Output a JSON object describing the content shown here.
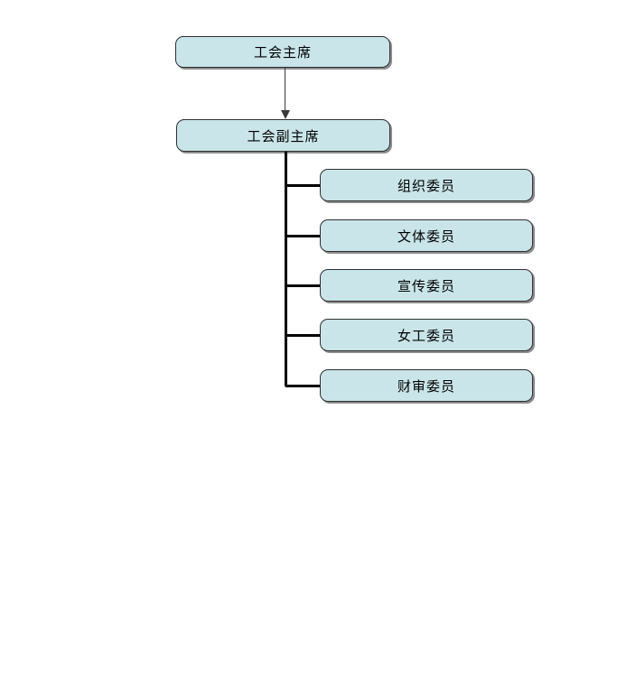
{
  "org_chart": {
    "root": {
      "label": "工会主席"
    },
    "deputy": {
      "label": "工会副主席"
    },
    "members": [
      {
        "label": "组织委员"
      },
      {
        "label": "文体委员"
      },
      {
        "label": "宣传委员"
      },
      {
        "label": "女工委员"
      },
      {
        "label": "财审委员"
      }
    ]
  },
  "style": {
    "node_fill": "#c9e5e9",
    "node_border": "#2f2f2f",
    "shadow_color": "#8c8c8c",
    "connector_color": "#000000",
    "arrow_color": "#3a3a3a",
    "text_color": "#000000",
    "page_background": "#ffffff"
  }
}
